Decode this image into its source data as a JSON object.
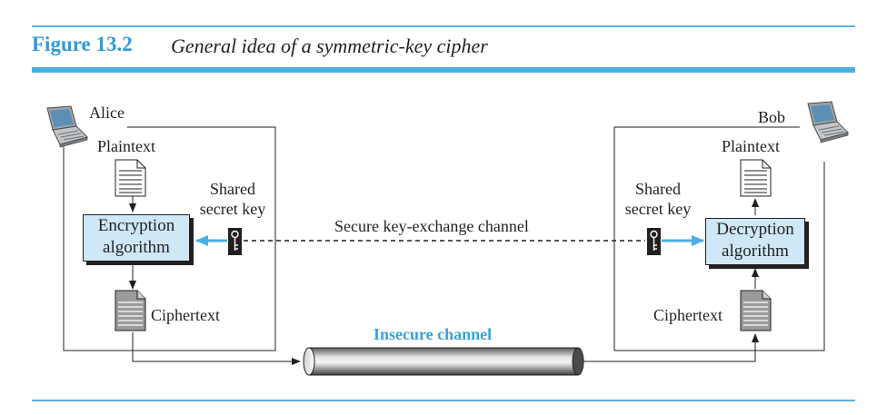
{
  "figure": {
    "number": "Figure 13.2",
    "caption": "General idea of a symmetric-key cipher"
  },
  "alice": {
    "name": "Alice",
    "plaintext_label": "Plaintext",
    "shared_key_line1": "Shared",
    "shared_key_line2": "secret key",
    "algorithm_line1": "Encryption",
    "algorithm_line2": "algorithm",
    "ciphertext_label": "Ciphertext"
  },
  "bob": {
    "name": "Bob",
    "plaintext_label": "Plaintext",
    "shared_key_line1": "Shared",
    "shared_key_line2": "secret key",
    "algorithm_line1": "Decryption",
    "algorithm_line2": "algorithm",
    "ciphertext_label": "Ciphertext"
  },
  "secure_channel_label": "Secure key-exchange channel",
  "insecure_channel_label": "Insecure channel",
  "colors": {
    "accent": "#2f9bd8",
    "rule": "#4aaee3",
    "algorithm_fill": "#cfe8f7",
    "arrow_blue": "#4aaee3"
  },
  "icons": [
    "laptop-icon",
    "document-icon",
    "key-icon",
    "pipe-icon"
  ]
}
